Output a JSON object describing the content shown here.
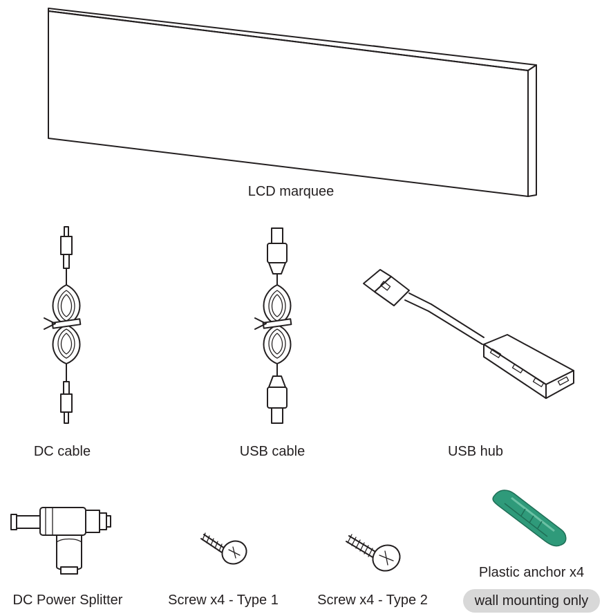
{
  "items": {
    "lcd_marquee": "LCD marquee",
    "dc_cable": "DC cable",
    "usb_cable": "USB cable",
    "usb_hub": "USB hub",
    "dc_power_splitter": "DC Power Splitter",
    "screw_type1": "Screw x4 - Type 1",
    "screw_type2": "Screw x4 - Type 2",
    "plastic_anchor": "Plastic anchor x4"
  },
  "note": "wall mounting only",
  "colors": {
    "line": "#231f20",
    "anchor": "#2f9a7a",
    "pill": "#d8d8d8"
  }
}
